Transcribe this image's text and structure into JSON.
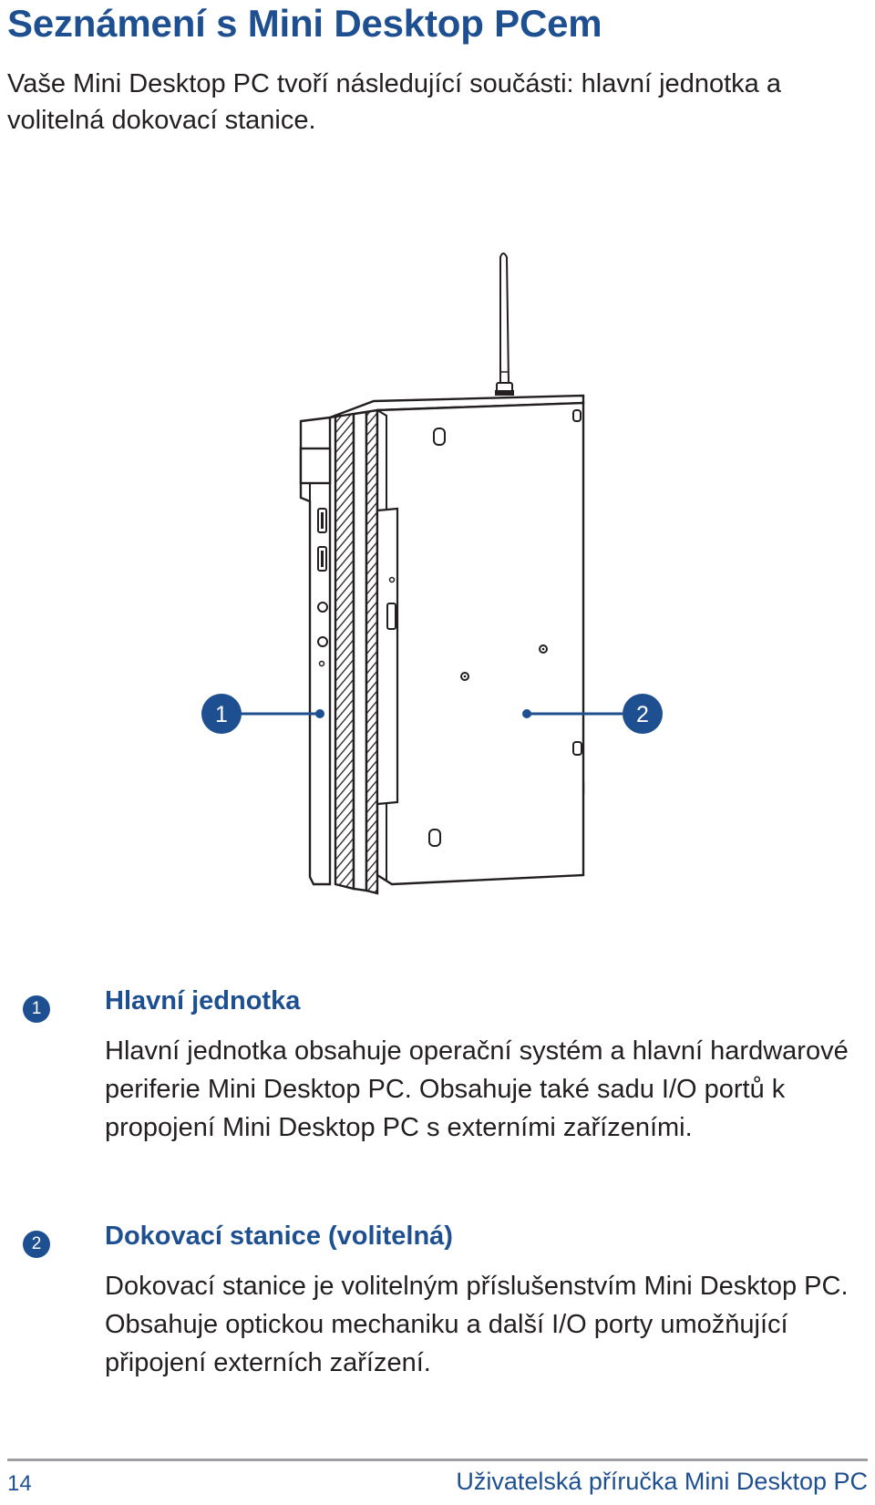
{
  "page": {
    "title": "Seznámení s Mini Desktop PCem",
    "intro": "Vaše Mini Desktop PC tvoří následující součásti: hlavní jednotka a volitelná dokovací stanice."
  },
  "illustration": {
    "callout_1": "1",
    "callout_2": "2"
  },
  "items": [
    {
      "number": "1",
      "heading": "Hlavní jednotka",
      "body": "Hlavní jednotka obsahuje operační systém a hlavní hardwarové periferie Mini Desktop PC. Obsahuje také sadu I/O portů k propojení Mini Desktop PC s externími zařízeními."
    },
    {
      "number": "2",
      "heading": "Dokovací stanice (volitelná)",
      "body": "Dokovací stanice je volitelným příslušenstvím Mini Desktop PC. Obsahuje optickou mechaniku a další I/O porty umožňující připojení externích zařízení."
    }
  ],
  "footer": {
    "page_number": "14",
    "manual_title": "Uživatelská příručka Mini Desktop PC"
  },
  "colors": {
    "accent": "#1d4f91",
    "text": "#231f20",
    "rule": "#9d9fa2"
  }
}
